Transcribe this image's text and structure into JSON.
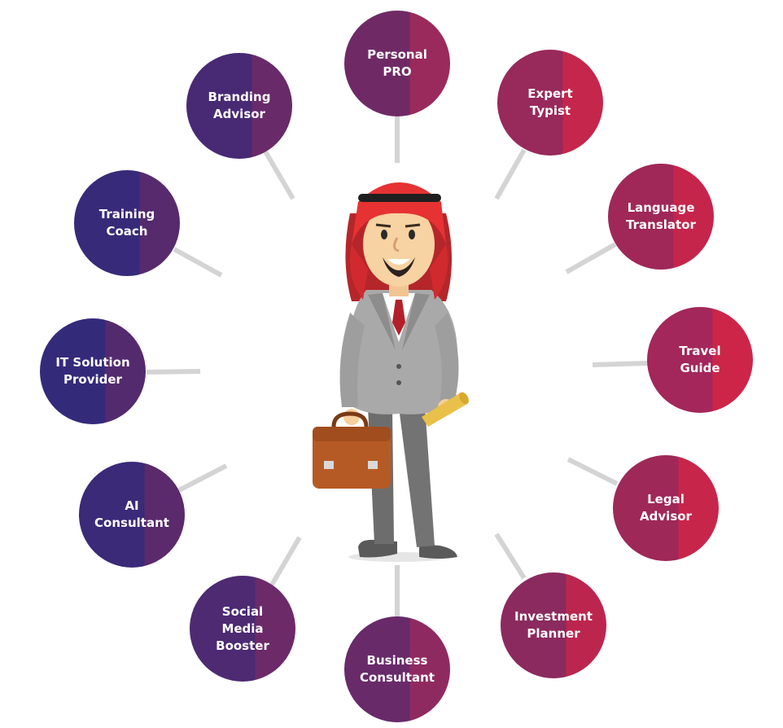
{
  "nodes": [
    {
      "id": "personal-pro",
      "label": "Personal\nPRO",
      "colors": [
        "#6f2a66",
        "#9a2a5c"
      ]
    },
    {
      "id": "expert-typist",
      "label": "Expert\nTypist",
      "colors": [
        "#98295b",
        "#c5264b"
      ]
    },
    {
      "id": "language-translator",
      "label": "Language\nTranslator",
      "colors": [
        "#9f2858",
        "#c6254b"
      ]
    },
    {
      "id": "travel-guide",
      "label": "Travel\nGuide",
      "colors": [
        "#a3275a",
        "#cc2548"
      ]
    },
    {
      "id": "legal-advisor",
      "label": "Legal\nAdvisor",
      "colors": [
        "#9e2857",
        "#c8254a"
      ]
    },
    {
      "id": "investment-planner",
      "label": "Investment\nPlanner",
      "colors": [
        "#8b2a5e",
        "#bc264e"
      ]
    },
    {
      "id": "business-consultant",
      "label": "Business\nConsultant",
      "colors": [
        "#682a69",
        "#8f2a60"
      ]
    },
    {
      "id": "social-media-booster",
      "label": "Social Media\nBooster",
      "colors": [
        "#4d2a72",
        "#6c2a68"
      ]
    },
    {
      "id": "ai-consultant",
      "label": "AI\nConsultant",
      "colors": [
        "#3a2a78",
        "#5a2a6c"
      ]
    },
    {
      "id": "it-solution-provider",
      "label": "IT Solution\nProvider",
      "colors": [
        "#342a7a",
        "#542a6e"
      ]
    },
    {
      "id": "training-coach",
      "label": "Training\nCoach",
      "colors": [
        "#372a79",
        "#562a6d"
      ]
    },
    {
      "id": "branding-advisor",
      "label": "Branding\nAdvisor",
      "colors": [
        "#482a74",
        "#682a69"
      ]
    }
  ],
  "connector_color": "#d4d4d4"
}
